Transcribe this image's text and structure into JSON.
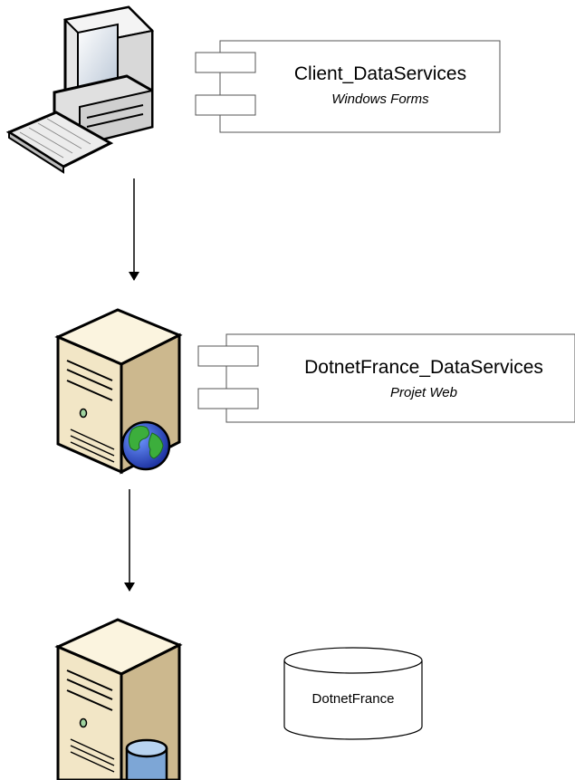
{
  "components": [
    {
      "name": "Client_DataServices",
      "subtitle": "Windows Forms"
    },
    {
      "name": "DotnetFrance_DataServices",
      "subtitle": "Projet Web"
    }
  ],
  "database": {
    "label": "DotnetFrance"
  },
  "icons": {
    "client": "desktop-computer-icon",
    "web_server": "web-server-icon",
    "db_server": "database-server-icon"
  },
  "colors": {
    "case": "#f2e6c6",
    "case_side": "#ccb88e",
    "case_top": "#fbf4df",
    "globe_sea": "#2952d9",
    "globe_land": "#3cae3c",
    "db_cyl": "#7da6d6",
    "stroke": "#000000"
  }
}
